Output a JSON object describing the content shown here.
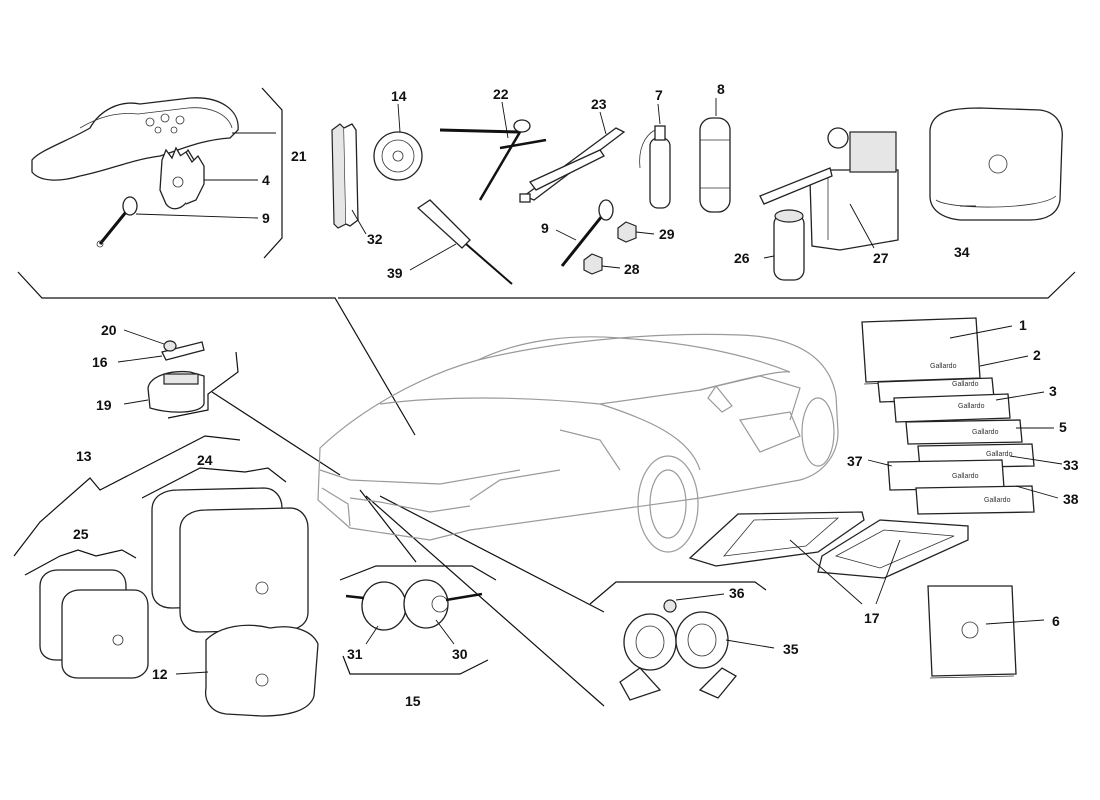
{
  "callouts": {
    "c1": "1",
    "c2": "2",
    "c3": "3",
    "c4": "4",
    "c5": "5",
    "c6": "6",
    "c7": "7",
    "c8": "8",
    "c9a": "9",
    "c9b": "9",
    "c12": "12",
    "c13": "13",
    "c14": "14",
    "c15": "15",
    "c16": "16",
    "c17": "17",
    "c19": "19",
    "c20": "20",
    "c21": "21",
    "c22": "22",
    "c23": "23",
    "c24": "24",
    "c25": "25",
    "c26": "26",
    "c27": "27",
    "c28": "28",
    "c29": "29",
    "c30": "30",
    "c31": "31",
    "c32": "32",
    "c33": "33",
    "c34": "34",
    "c35": "35",
    "c36": "36",
    "c37": "37",
    "c38": "38",
    "c39": "39"
  },
  "book_labels": {
    "b1": "Gallardo",
    "b2": "Gallardo",
    "b3": "Gallardo",
    "b4": "Gallardo",
    "b5": "Gallardo",
    "b6": "Gallardo",
    "b7": "Gallardo"
  }
}
